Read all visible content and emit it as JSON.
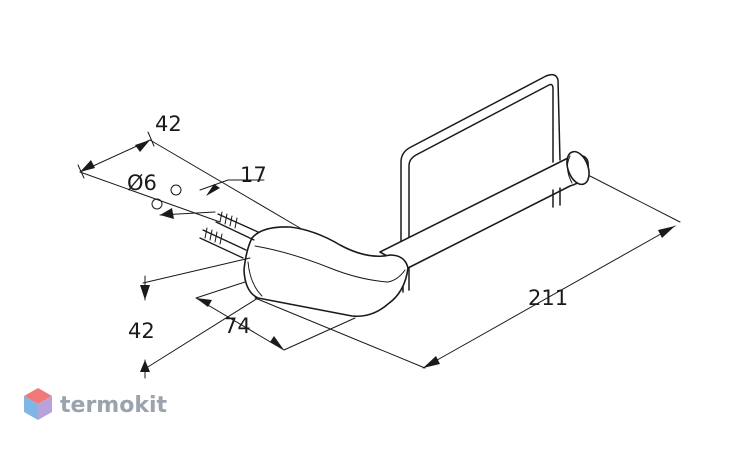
{
  "dimensions": {
    "d42_top": "42",
    "d6": "Ø6",
    "d17": "17",
    "d211": "211",
    "d42_bottom": "42",
    "d74": "74"
  },
  "logo": {
    "text": "termokit",
    "colors": {
      "top": "#f07a7a",
      "left": "#7fb6e6",
      "right": "#b7a3d9"
    }
  }
}
